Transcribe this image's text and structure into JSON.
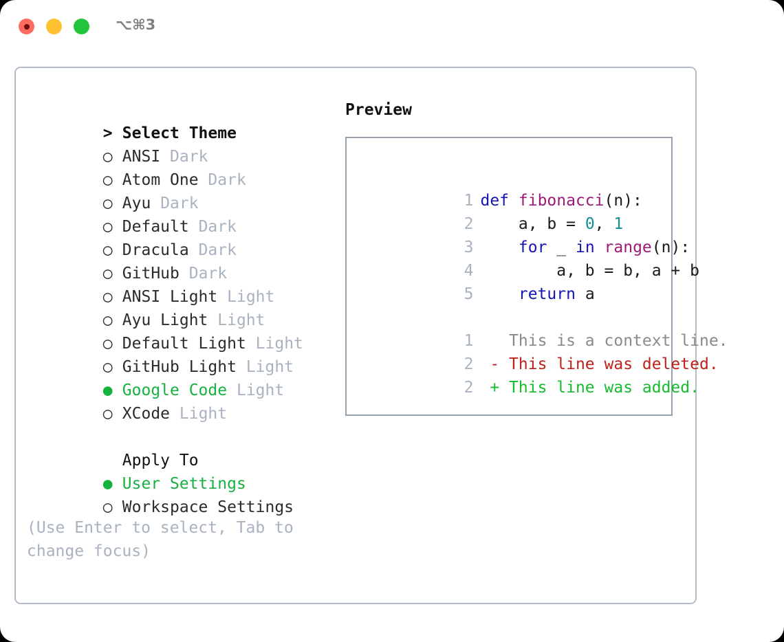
{
  "titlebar": {
    "shortcut": "⌥⌘3",
    "buttons": [
      {
        "name": "close",
        "color": "#fd6a60"
      },
      {
        "name": "minimize",
        "color": "#ffc131"
      },
      {
        "name": "maximize",
        "color": "#22c43b"
      }
    ]
  },
  "theme_picker": {
    "header_prefix": ">",
    "header_label": "Select Theme",
    "unselected_marker": "○",
    "selected_marker": "●",
    "items": [
      {
        "marker": "○",
        "name": "ANSI",
        "category": "Dark",
        "selected": false
      },
      {
        "marker": "○",
        "name": "Atom One",
        "category": "Dark",
        "selected": false
      },
      {
        "marker": "○",
        "name": "Ayu",
        "category": "Dark",
        "selected": false
      },
      {
        "marker": "○",
        "name": "Default",
        "category": "Dark",
        "selected": false
      },
      {
        "marker": "○",
        "name": "Dracula",
        "category": "Dark",
        "selected": false
      },
      {
        "marker": "○",
        "name": "GitHub",
        "category": "Dark",
        "selected": false
      },
      {
        "marker": "○",
        "name": "ANSI Light",
        "category": "Light",
        "selected": false
      },
      {
        "marker": "○",
        "name": "Ayu Light",
        "category": "Light",
        "selected": false
      },
      {
        "marker": "○",
        "name": "Default Light",
        "category": "Light",
        "selected": false
      },
      {
        "marker": "○",
        "name": "GitHub Light",
        "category": "Light",
        "selected": false
      },
      {
        "marker": "●",
        "name": "Google Code",
        "category": "Light",
        "selected": true
      },
      {
        "marker": "○",
        "name": "XCode",
        "category": "Light",
        "selected": false
      }
    ]
  },
  "apply_to": {
    "label": "Apply To",
    "options": [
      {
        "marker": "●",
        "name": "User Settings",
        "selected": true
      },
      {
        "marker": "○",
        "name": "Workspace Settings",
        "selected": false
      }
    ]
  },
  "help_text": "(Use Enter to select, Tab to change focus)",
  "preview": {
    "title": "Preview",
    "code_lines": [
      {
        "n": "1",
        "tokens": [
          {
            "t": "def ",
            "c": "kw"
          },
          {
            "t": "fibonacci",
            "c": "fn"
          },
          {
            "t": "(n):",
            "c": "plain"
          }
        ]
      },
      {
        "n": "2",
        "tokens": [
          {
            "t": "    a, b = ",
            "c": "plain"
          },
          {
            "t": "0",
            "c": "num"
          },
          {
            "t": ", ",
            "c": "plain"
          },
          {
            "t": "1",
            "c": "num"
          }
        ]
      },
      {
        "n": "3",
        "tokens": [
          {
            "t": "    ",
            "c": "plain"
          },
          {
            "t": "for",
            "c": "kw"
          },
          {
            "t": " _ ",
            "c": "plain"
          },
          {
            "t": "in",
            "c": "kw"
          },
          {
            "t": " ",
            "c": "plain"
          },
          {
            "t": "range",
            "c": "fn"
          },
          {
            "t": "(n):",
            "c": "plain"
          }
        ]
      },
      {
        "n": "4",
        "tokens": [
          {
            "t": "        a, b = b, a + b",
            "c": "plain"
          }
        ]
      },
      {
        "n": "5",
        "tokens": [
          {
            "t": "    ",
            "c": "plain"
          },
          {
            "t": "return",
            "c": "kw"
          },
          {
            "t": " a",
            "c": "plain"
          }
        ]
      }
    ],
    "diff_lines": [
      {
        "n": "1",
        "tokens": [
          {
            "t": "   This is a context line.",
            "c": "ctx"
          }
        ]
      },
      {
        "n": "2",
        "tokens": [
          {
            "t": " - This line was deleted.",
            "c": "del"
          }
        ]
      },
      {
        "n": "2",
        "tokens": [
          {
            "t": " + This line was added.",
            "c": "add"
          }
        ]
      }
    ]
  },
  "colors": {
    "accent_green": "#17b13f",
    "muted": "#a9b3bf",
    "keyword": "#1414b4",
    "function": "#9c1a78",
    "number": "#109090",
    "diff_add": "#16bb2e",
    "diff_del": "#c0201b",
    "border": "#b3bcc7"
  }
}
